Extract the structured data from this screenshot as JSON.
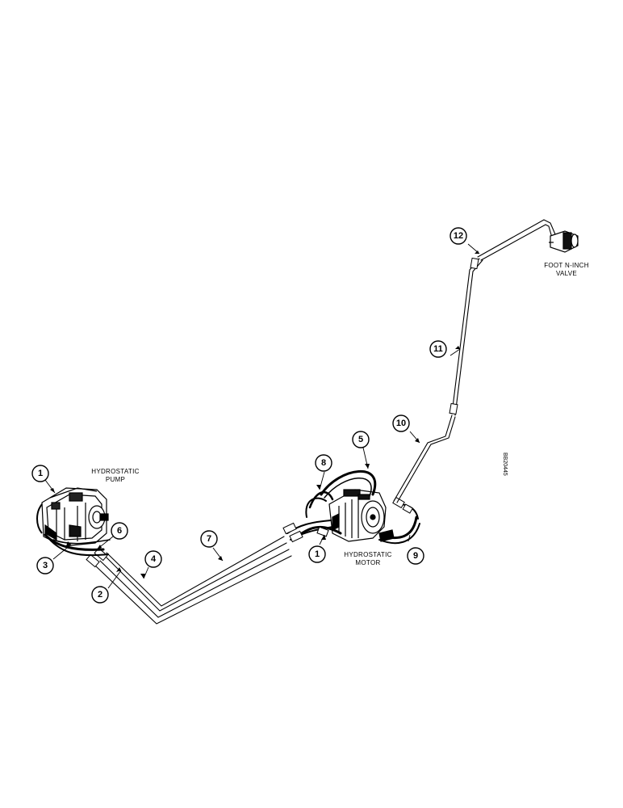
{
  "callouts": [
    {
      "id": "1a",
      "label": "1"
    },
    {
      "id": "2",
      "label": "2"
    },
    {
      "id": "3",
      "label": "3"
    },
    {
      "id": "4",
      "label": "4"
    },
    {
      "id": "5",
      "label": "5"
    },
    {
      "id": "6",
      "label": "6"
    },
    {
      "id": "7",
      "label": "7"
    },
    {
      "id": "8",
      "label": "8"
    },
    {
      "id": "1b",
      "label": "1"
    },
    {
      "id": "9",
      "label": "9"
    },
    {
      "id": "10",
      "label": "10"
    },
    {
      "id": "11",
      "label": "11"
    },
    {
      "id": "12",
      "label": "12"
    }
  ],
  "labels": {
    "pump_line1": "HYDROSTATIC",
    "pump_line2": "PUMP",
    "motor_line1": "HYDROSTATIC",
    "motor_line2": "MOTOR",
    "valve_line1": "FOOT N-INCH",
    "valve_line2": "VALVE"
  },
  "figure_code": "BB20445"
}
